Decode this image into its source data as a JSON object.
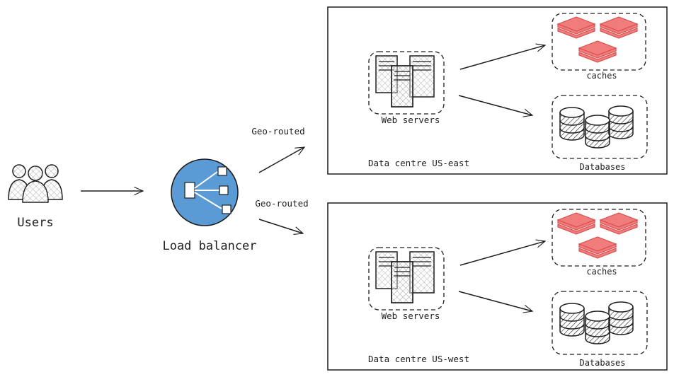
{
  "users": {
    "label": "Users"
  },
  "load_balancer": {
    "label": "Load balancer"
  },
  "routes": [
    {
      "label": "Geo-routed"
    },
    {
      "label": "Geo-routed"
    }
  ],
  "datacentres": [
    {
      "label": "Data centre US-east",
      "web_servers_label": "Web servers",
      "caches_label": "caches",
      "databases_label": "Databases"
    },
    {
      "label": "Data centre US-west",
      "web_servers_label": "Web servers",
      "caches_label": "caches",
      "databases_label": "Databases"
    }
  ],
  "colors": {
    "stroke": "#1e1e1e",
    "load_balancer_fill": "#5b9bd5",
    "cache_fill": "#f07c7c",
    "cache_stroke": "#d94f4f",
    "hatch": "#9a9a9a"
  }
}
